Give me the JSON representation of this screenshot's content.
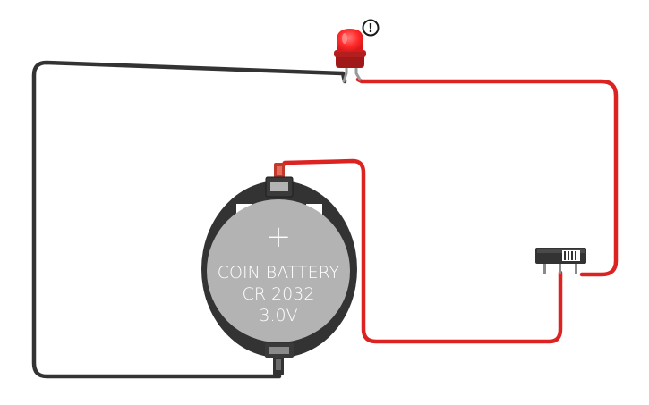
{
  "colors": {
    "wire_black": "#333333",
    "wire_red": "#dd2222",
    "led_red": "#ff2a2a",
    "battery_body": "#333333",
    "battery_face": "#b3b3b3",
    "battery_text": "#ffffff",
    "switch_body": "#333333",
    "warning": "#1a1a1a"
  },
  "led": {
    "warning_glyph": "!",
    "warning_icon": "exclamation-circle-icon"
  },
  "battery": {
    "plus_sign": "+",
    "line1": "COIN BATTERY",
    "line2": "CR 2032",
    "line3": "3.0V"
  }
}
